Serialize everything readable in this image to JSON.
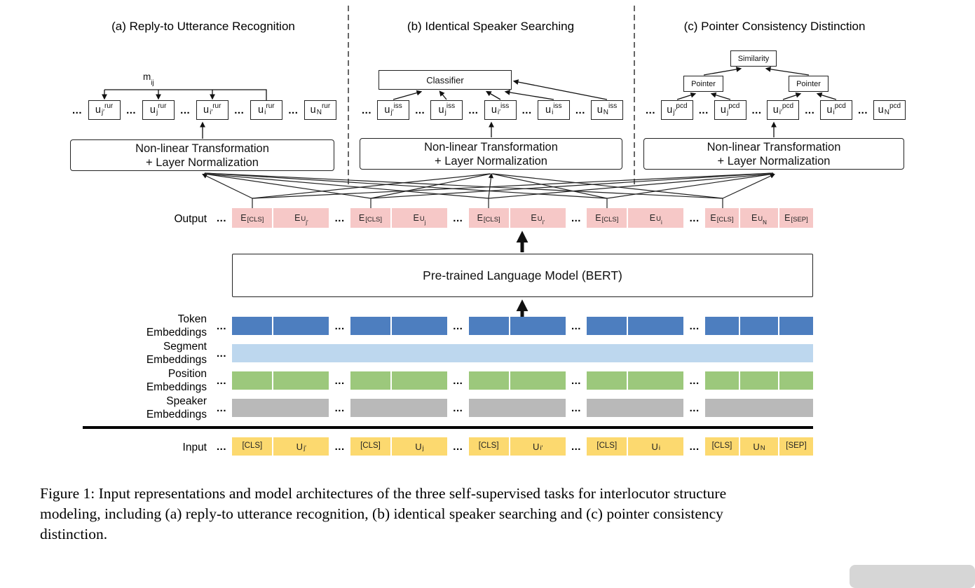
{
  "ellipsis": "...",
  "colors": {
    "token-blue": "#4d7ebf",
    "segment-blue": "#bdd7ee",
    "position-green": "#9cc87c",
    "speaker-gray": "#b9b9b9",
    "output-pink": "#f6c8c7",
    "input-yellow": "#fcd96f"
  },
  "panels": {
    "a": {
      "title": "(a) Reply-to Utterance Recognition",
      "annotation": {
        "base": "m",
        "sub": "ij"
      },
      "sup": "rur",
      "units": [
        {
          "base": "u",
          "sub": "j′"
        },
        {
          "base": "u",
          "sub": "j"
        },
        {
          "base": "u",
          "sub": "i′"
        },
        {
          "base": "u",
          "sub": "i"
        },
        {
          "base": "u",
          "sub": "N"
        }
      ]
    },
    "b": {
      "title": "(b) Identical Speaker Searching",
      "classifier_label": "Classifier",
      "sup": "iss",
      "units": [
        {
          "base": "u",
          "sub": "j′"
        },
        {
          "base": "u",
          "sub": "j"
        },
        {
          "base": "u",
          "sub": "i′"
        },
        {
          "base": "u",
          "sub": "i"
        },
        {
          "base": "u",
          "sub": "N"
        }
      ]
    },
    "c": {
      "title": "(c) Pointer Consistency Distinction",
      "similarity_label": "Similarity",
      "pointer_left_label": "Pointer",
      "pointer_right_label": "Pointer",
      "sup": "pcd",
      "units": [
        {
          "base": "u",
          "sub": "j′"
        },
        {
          "base": "u",
          "sub": "j"
        },
        {
          "base": "u",
          "sub": "i′"
        },
        {
          "base": "u",
          "sub": "i"
        },
        {
          "base": "u",
          "sub": "N"
        }
      ]
    }
  },
  "transform_box": {
    "line1": "Non-linear Transformation",
    "line2": "+ Layer Normalization"
  },
  "output_row": {
    "label": "Output",
    "boxes": [
      {
        "base": "E",
        "sub": "[CLS]"
      },
      {
        "base": "E",
        "sub": "U",
        "subsub": "j′"
      },
      {
        "base": "E",
        "sub": "[CLS]"
      },
      {
        "base": "E",
        "sub": "U",
        "subsub": "j"
      },
      {
        "base": "E",
        "sub": "[CLS]"
      },
      {
        "base": "E",
        "sub": "U",
        "subsub": "i′"
      },
      {
        "base": "E",
        "sub": "[CLS]"
      },
      {
        "base": "E",
        "sub": "U",
        "subsub": "i"
      },
      {
        "base": "E",
        "sub": "[CLS]"
      },
      {
        "base": "E",
        "sub": "U",
        "subsub": "N"
      },
      {
        "base": "E",
        "sub": "[SEP]"
      }
    ]
  },
  "bert_label": "Pre-trained Language Model (BERT)",
  "embedding_rows": [
    {
      "line1": "Token",
      "line2": "Embeddings"
    },
    {
      "line1": "Segment",
      "line2": "Embeddings"
    },
    {
      "line1": "Position",
      "line2": "Embeddings"
    },
    {
      "line1": "Speaker",
      "line2": "Embeddings"
    }
  ],
  "input_row": {
    "label": "Input",
    "boxes": [
      {
        "text": "[CLS]"
      },
      {
        "base": "U",
        "sub": "j′"
      },
      {
        "text": "[CLS]"
      },
      {
        "base": "U",
        "sub": "j"
      },
      {
        "text": "[CLS]"
      },
      {
        "base": "U",
        "sub": "i′"
      },
      {
        "text": "[CLS]"
      },
      {
        "base": "U",
        "sub": "i"
      },
      {
        "text": "[CLS]"
      },
      {
        "base": "U",
        "sub": "N"
      },
      {
        "text": "[SEP]"
      }
    ]
  },
  "caption": {
    "lines": [
      "Figure 1: Input representations and model architectures of the three self-supervised tasks for interlocutor structure",
      "modeling, including (a) reply-to utterance recognition, (b) identical speaker searching and (c) pointer consistency",
      "distinction."
    ]
  }
}
